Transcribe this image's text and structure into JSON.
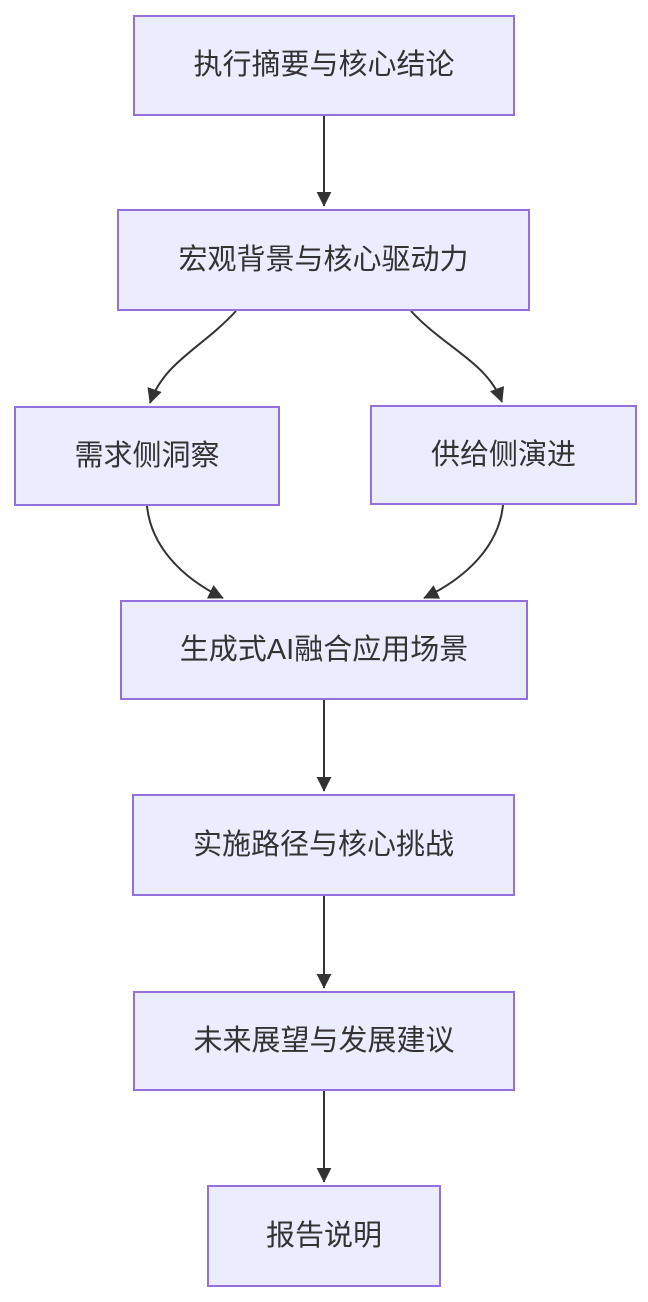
{
  "diagram": {
    "type": "flowchart",
    "direction": "top-down",
    "theme": {
      "background": "#ffffff",
      "node_fill": "#ECECFF",
      "node_border": "#9370DB",
      "text_color": "#333333",
      "edge_color": "#333333"
    },
    "nodes": [
      {
        "id": "exec",
        "label": "执行摘要与核心结论"
      },
      {
        "id": "macro",
        "label": "宏观背景与核心驱动力"
      },
      {
        "id": "demand",
        "label": "需求侧洞察"
      },
      {
        "id": "supply",
        "label": "供给侧演进"
      },
      {
        "id": "genai",
        "label": "生成式AI融合应用场景"
      },
      {
        "id": "impl",
        "label": "实施路径与核心挑战"
      },
      {
        "id": "outlook",
        "label": "未来展望与发展建议"
      },
      {
        "id": "note",
        "label": "报告说明"
      }
    ],
    "edges": [
      {
        "from": "执行摘要与核心结论",
        "to": "宏观背景与核心驱动力"
      },
      {
        "from": "宏观背景与核心驱动力",
        "to": "需求侧洞察"
      },
      {
        "from": "宏观背景与核心驱动力",
        "to": "供给侧演进"
      },
      {
        "from": "需求侧洞察",
        "to": "生成式AI融合应用场景"
      },
      {
        "from": "供给侧演进",
        "to": "生成式AI融合应用场景"
      },
      {
        "from": "生成式AI融合应用场景",
        "to": "实施路径与核心挑战"
      },
      {
        "from": "实施路径与核心挑战",
        "to": "未来展望与发展建议"
      },
      {
        "from": "未来展望与发展建议",
        "to": "报告说明"
      }
    ]
  }
}
